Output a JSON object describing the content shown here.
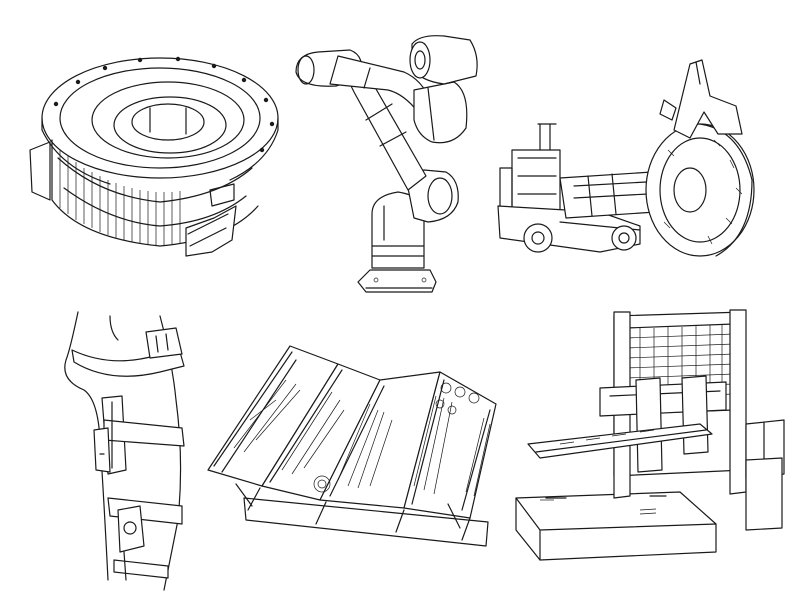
{
  "page": {
    "background": "#ffffff",
    "stroke_color": "#1a1a1a"
  },
  "illustrations": [
    {
      "id": "slewing-bearing",
      "icon": "slewing-bearing-icon"
    },
    {
      "id": "collaborative-robot-arm",
      "icon": "robot-arm-icon"
    },
    {
      "id": "coil-handling-forklift",
      "icon": "forklift-coil-icon"
    },
    {
      "id": "wearable-exoskeleton",
      "icon": "exoskeleton-icon"
    },
    {
      "id": "cantilever-toolbox",
      "icon": "toolbox-icon"
    },
    {
      "id": "cnc-gantry-machine",
      "icon": "cnc-machine-icon"
    }
  ]
}
